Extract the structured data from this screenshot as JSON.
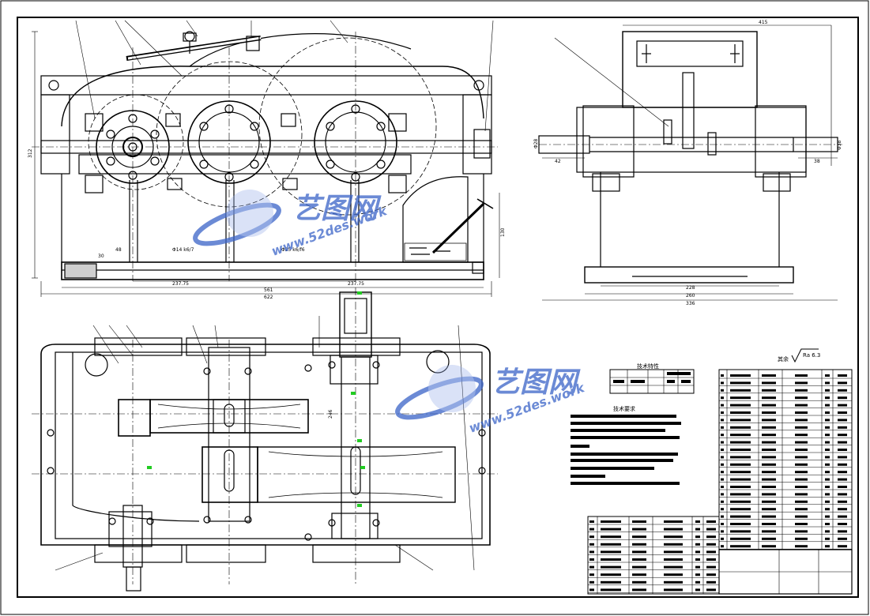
{
  "drawing": {
    "front_view": {
      "overall_height": "312",
      "center_distance_left": "237.75",
      "center_distance_right": "237.75",
      "overall_length": "622",
      "base_length": "561",
      "dim_48": "48",
      "fit_left": "Φ14 k6/7",
      "fit_right": "Φ25 k6/f6",
      "edge_dim": "30",
      "dim_right": "130"
    },
    "side_view": {
      "top_width": "415",
      "shaft_dia_left": "Φ28",
      "shaft_dia_right": "Φ38",
      "left_extension": "42",
      "right_extension": "38",
      "base_width_1": "228",
      "base_width_2": "260",
      "overall_width": "336"
    },
    "top_view": {
      "dim_vertical": "246"
    },
    "characteristics_table_title": "技术特性",
    "tech_requirements_title": "技术要求",
    "roughness_prefix": "其余",
    "roughness_value": "Ra 6.3",
    "watermark_brand": "艺图网",
    "watermark_url": "www.52des.work"
  },
  "colors": {
    "line": "#000000",
    "watermark": "#3a63c8",
    "watermark_light": "#9db4ea",
    "highlight": "#22cc22"
  }
}
